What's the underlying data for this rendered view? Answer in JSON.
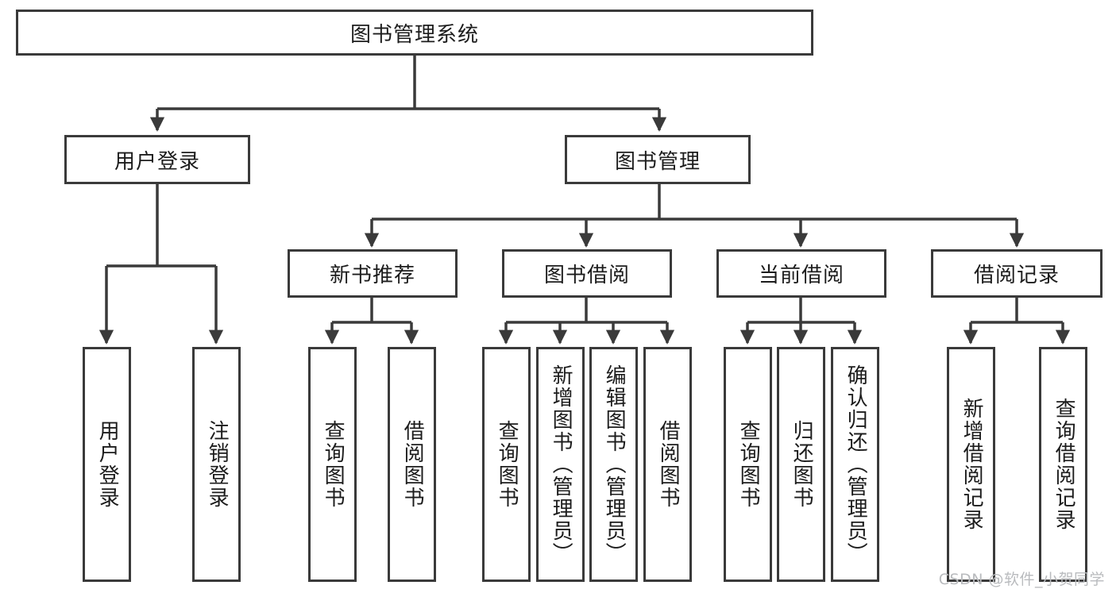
{
  "diagram": {
    "type": "tree-hierarchy",
    "title": "图书管理系统",
    "watermark": "CSDN @软件_小贺同学",
    "colors": {
      "stroke": "#3a3a3a",
      "background": "#ffffff",
      "text": "#1c1c1c",
      "watermark": "#b9bbbe"
    },
    "root": {
      "id": "root",
      "label": "图书管理系统"
    },
    "level2": [
      {
        "id": "user-login",
        "label": "用户登录"
      },
      {
        "id": "book-manage",
        "label": "图书管理"
      }
    ],
    "level3": [
      {
        "id": "new-book-recommend",
        "label": "新书推荐",
        "parent": "book-manage"
      },
      {
        "id": "book-borrow",
        "label": "图书借阅",
        "parent": "book-manage"
      },
      {
        "id": "current-borrow",
        "label": "当前借阅",
        "parent": "book-manage"
      },
      {
        "id": "borrow-record",
        "label": "借阅记录",
        "parent": "book-manage"
      }
    ],
    "leaves": {
      "user-login": [
        {
          "id": "leaf-user-login",
          "label": "用户登录"
        },
        {
          "id": "leaf-user-logout",
          "label": "注销登录"
        }
      ],
      "new-book-recommend": [
        {
          "id": "leaf-query-book-1",
          "label": "查询图书"
        },
        {
          "id": "leaf-borrow-book-1",
          "label": "借阅图书"
        }
      ],
      "book-borrow": [
        {
          "id": "leaf-query-book-2",
          "label": "查询图书"
        },
        {
          "id": "leaf-add-book",
          "label": "新增图书（管理员）"
        },
        {
          "id": "leaf-edit-book",
          "label": "编辑图书（管理员）"
        },
        {
          "id": "leaf-borrow-book-2",
          "label": "借阅图书"
        }
      ],
      "current-borrow": [
        {
          "id": "leaf-query-book-3",
          "label": "查询图书"
        },
        {
          "id": "leaf-return-book",
          "label": "归还图书"
        },
        {
          "id": "leaf-confirm-return",
          "label": "确认归还（管理员）"
        }
      ],
      "borrow-record": [
        {
          "id": "leaf-add-record",
          "label": "新增借阅记录"
        },
        {
          "id": "leaf-query-record",
          "label": "查询借阅记录"
        }
      ]
    }
  }
}
